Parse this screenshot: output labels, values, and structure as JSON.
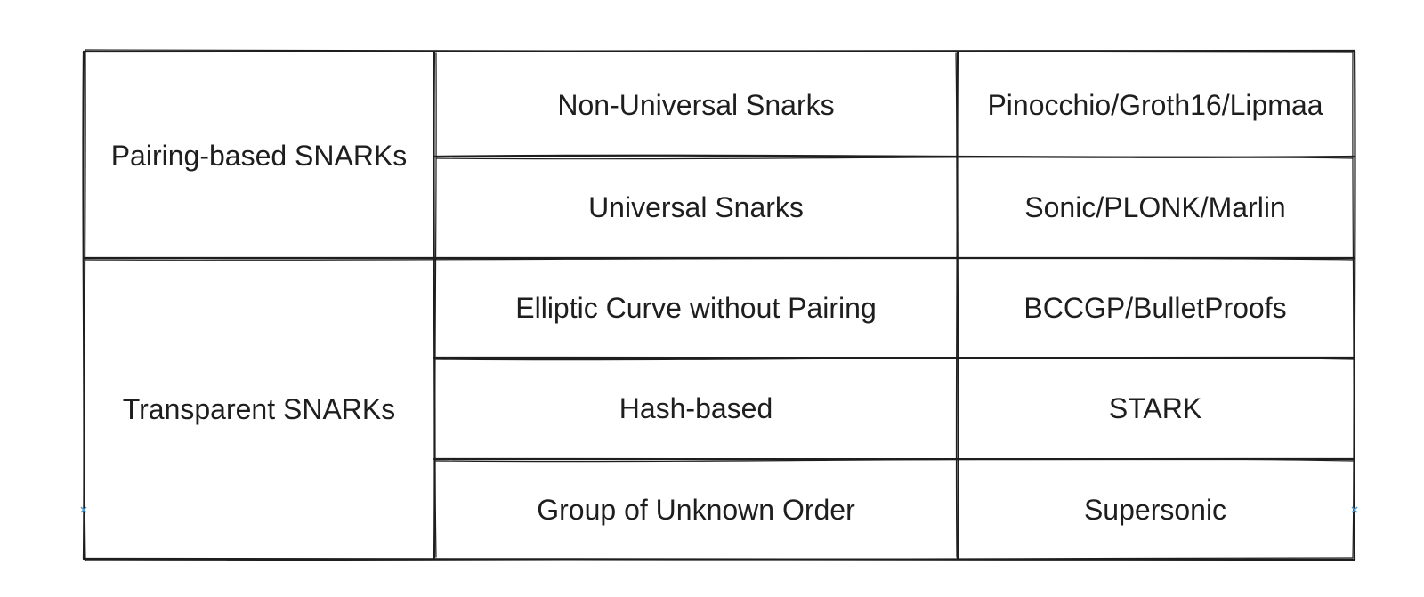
{
  "diagram": {
    "categories": [
      {
        "label": "Pairing-based SNARKs",
        "rows": [
          {
            "type": "Non-Universal Snarks",
            "examples": "Pinocchio/Groth16/Lipmaa"
          },
          {
            "type": "Universal Snarks",
            "examples": "Sonic/PLONK/Marlin"
          }
        ]
      },
      {
        "label": "Transparent SNARKs",
        "rows": [
          {
            "type": "Elliptic Curve without Pairing",
            "examples": "BCCGP/BulletProofs"
          },
          {
            "type": "Hash-based",
            "examples": "STARK"
          },
          {
            "type": "Group of Unknown Order",
            "examples": "Supersonic"
          }
        ]
      }
    ],
    "colors": {
      "stroke": "#1e1e1e",
      "text": "#1e1e1e",
      "background": "#ffffff",
      "handle": "#4a9fd8"
    }
  }
}
